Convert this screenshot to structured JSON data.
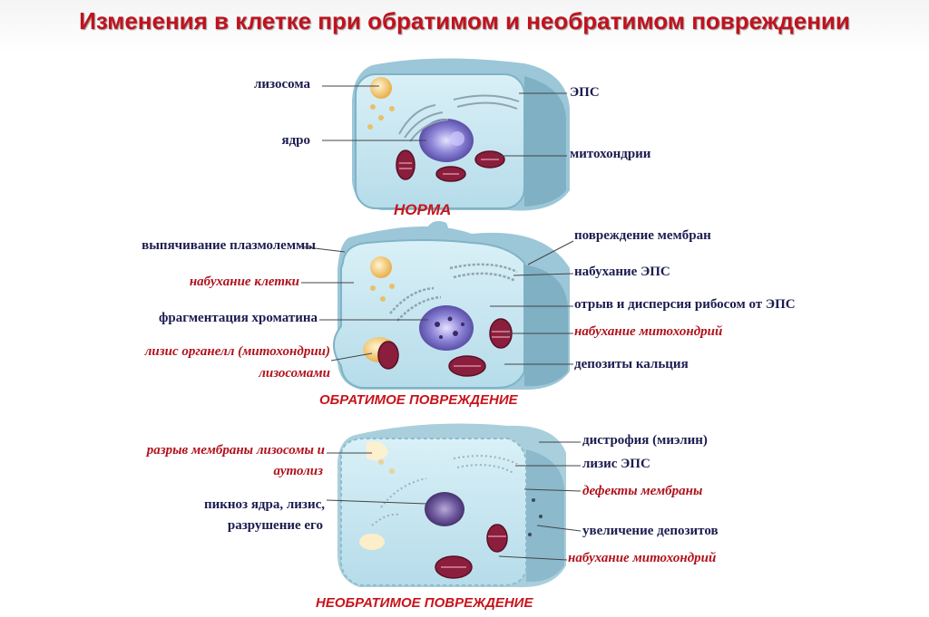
{
  "title": "Изменения в клетке при обратимом и необратимом повреждении",
  "panels": {
    "norm": {
      "caption": "НОРМА",
      "left": [
        "лизосома",
        "ядро"
      ],
      "right": [
        "ЭПС",
        "митохондрии"
      ]
    },
    "reversible": {
      "caption": "ОБРАТИМОЕ ПОВРЕЖДЕНИЕ",
      "left": [
        "выпячивание плазмолеммы",
        "набухание клетки",
        "фрагментация хроматина",
        "лизис органелл (митохондрии)",
        "лизосомами"
      ],
      "right": [
        "повреждение мембран",
        "набухание ЭПС",
        "отрыв и дисперсия рибосом от ЭПС",
        "набухание митохондрий",
        "депозиты кальция"
      ]
    },
    "irreversible": {
      "caption": "НЕОБРАТИМОЕ ПОВРЕЖДЕНИЕ",
      "left": [
        "разрыв мембраны лизосомы и",
        "аутолиз",
        "пикноз ядра, лизис,",
        "разрушение его"
      ],
      "right": [
        "дистрофия (миэлин)",
        "лизис ЭПС",
        "дефекты мембраны",
        "увеличение депозитов",
        "набухание митохондрий"
      ]
    }
  }
}
